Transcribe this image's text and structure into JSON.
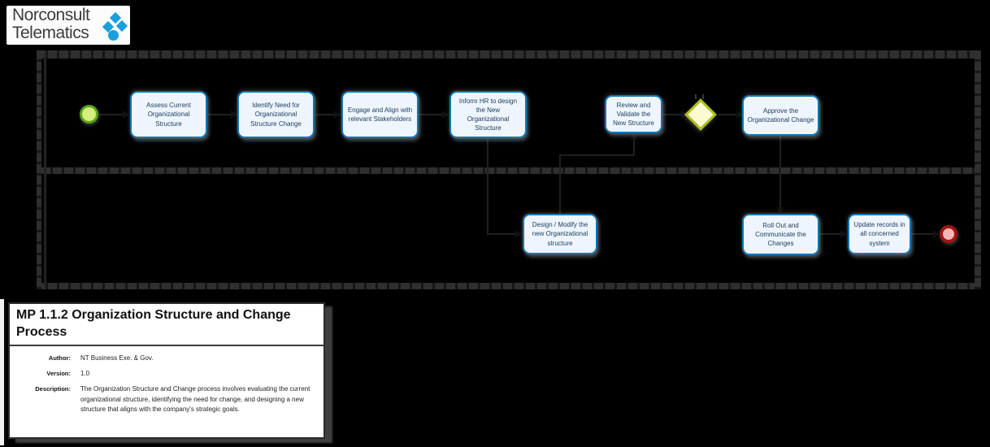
{
  "logo": {
    "line1": "Norconsult",
    "line2": "Telematics",
    "brand_color": "#1a9fdb",
    "text_color": "#3d3d3d"
  },
  "diagram": {
    "lanes": 2,
    "start_event": {
      "type": "start"
    },
    "end_event": {
      "type": "end"
    },
    "gateway": {
      "type": "exclusive-decision"
    },
    "tasks": [
      {
        "label": "Assess Current Organizational Structure",
        "lane": 1
      },
      {
        "label": "Identify Need for Organizational Structure Change",
        "lane": 1
      },
      {
        "label": "Engage and Align with relevant Stakeholders",
        "lane": 1
      },
      {
        "label": "Inform HR to design the New Organizational Structure",
        "lane": 1
      },
      {
        "label": "Review and Validate the New Structure",
        "lane": 1
      },
      {
        "label": "Approve the Organizational Change",
        "lane": 1
      },
      {
        "label": "Design / Modify the new Organizational structure",
        "lane": 2
      },
      {
        "label": "Roll Out and Communicate the Changes",
        "lane": 2
      },
      {
        "label": "Update records in all concerned system",
        "lane": 2
      }
    ],
    "colors": {
      "task_fill": "#eef5fc",
      "task_border": "#1177b3",
      "start_fill": "#d3f07c",
      "start_border": "#5ca21c",
      "gateway_fill": "#fbfad2",
      "gateway_border": "#aebe1e",
      "end_fill": "#f2b8b6",
      "end_border": "#a61212",
      "lane_border": "#2f2f2f"
    }
  },
  "info_panel": {
    "title": "MP 1.1.2 Organization Structure and Change Process",
    "fields": {
      "author_label": "Author:",
      "author_value": "NT Business Exe. & Gov.",
      "version_label": "Version:",
      "version_value": "1.0",
      "description_label": "Description:",
      "description_value": "The Organization Structure and Change process involves evaluating the current organizational structure, identifying the need for change, and designing a new structure that aligns with the company's strategic goals."
    }
  }
}
